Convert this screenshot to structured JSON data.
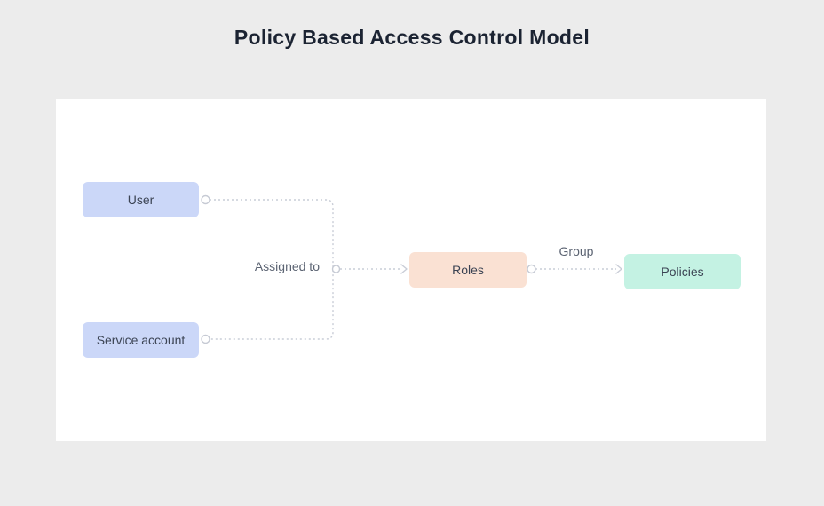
{
  "page": {
    "title": "Policy Based Access Control Model"
  },
  "diagram": {
    "nodes": [
      {
        "id": "user",
        "label": "User",
        "fill": "#cbd7f8",
        "text_color": "#3b4353"
      },
      {
        "id": "service-account",
        "label": "Service account",
        "fill": "#cbd7f8",
        "text_color": "#3b4353"
      },
      {
        "id": "roles",
        "label": "Roles",
        "fill": "#fae1d3",
        "text_color": "#3b4353"
      },
      {
        "id": "policies",
        "label": "Policies",
        "fill": "#c4f2e3",
        "text_color": "#3b4353"
      }
    ],
    "edges": [
      {
        "id": "user-to-junction",
        "from": "user",
        "to": "junction",
        "label": ""
      },
      {
        "id": "service-account-to-junction",
        "from": "service-account",
        "to": "junction",
        "label": ""
      },
      {
        "id": "junction-to-roles",
        "from": "junction",
        "to": "roles",
        "label": "Assigned to"
      },
      {
        "id": "roles-to-policies",
        "from": "roles",
        "to": "policies",
        "label": "Group"
      }
    ],
    "colors": {
      "page_background": "#ececec",
      "canvas_background": "#ffffff",
      "title_text": "#1b2332",
      "node_text": "#3b4353",
      "edge_stroke": "#c9cdd7",
      "edge_label_text": "#5b6372",
      "node_user_fill": "#cbd7f8",
      "node_roles_fill": "#fae1d3",
      "node_policies_fill": "#c4f2e3"
    }
  }
}
